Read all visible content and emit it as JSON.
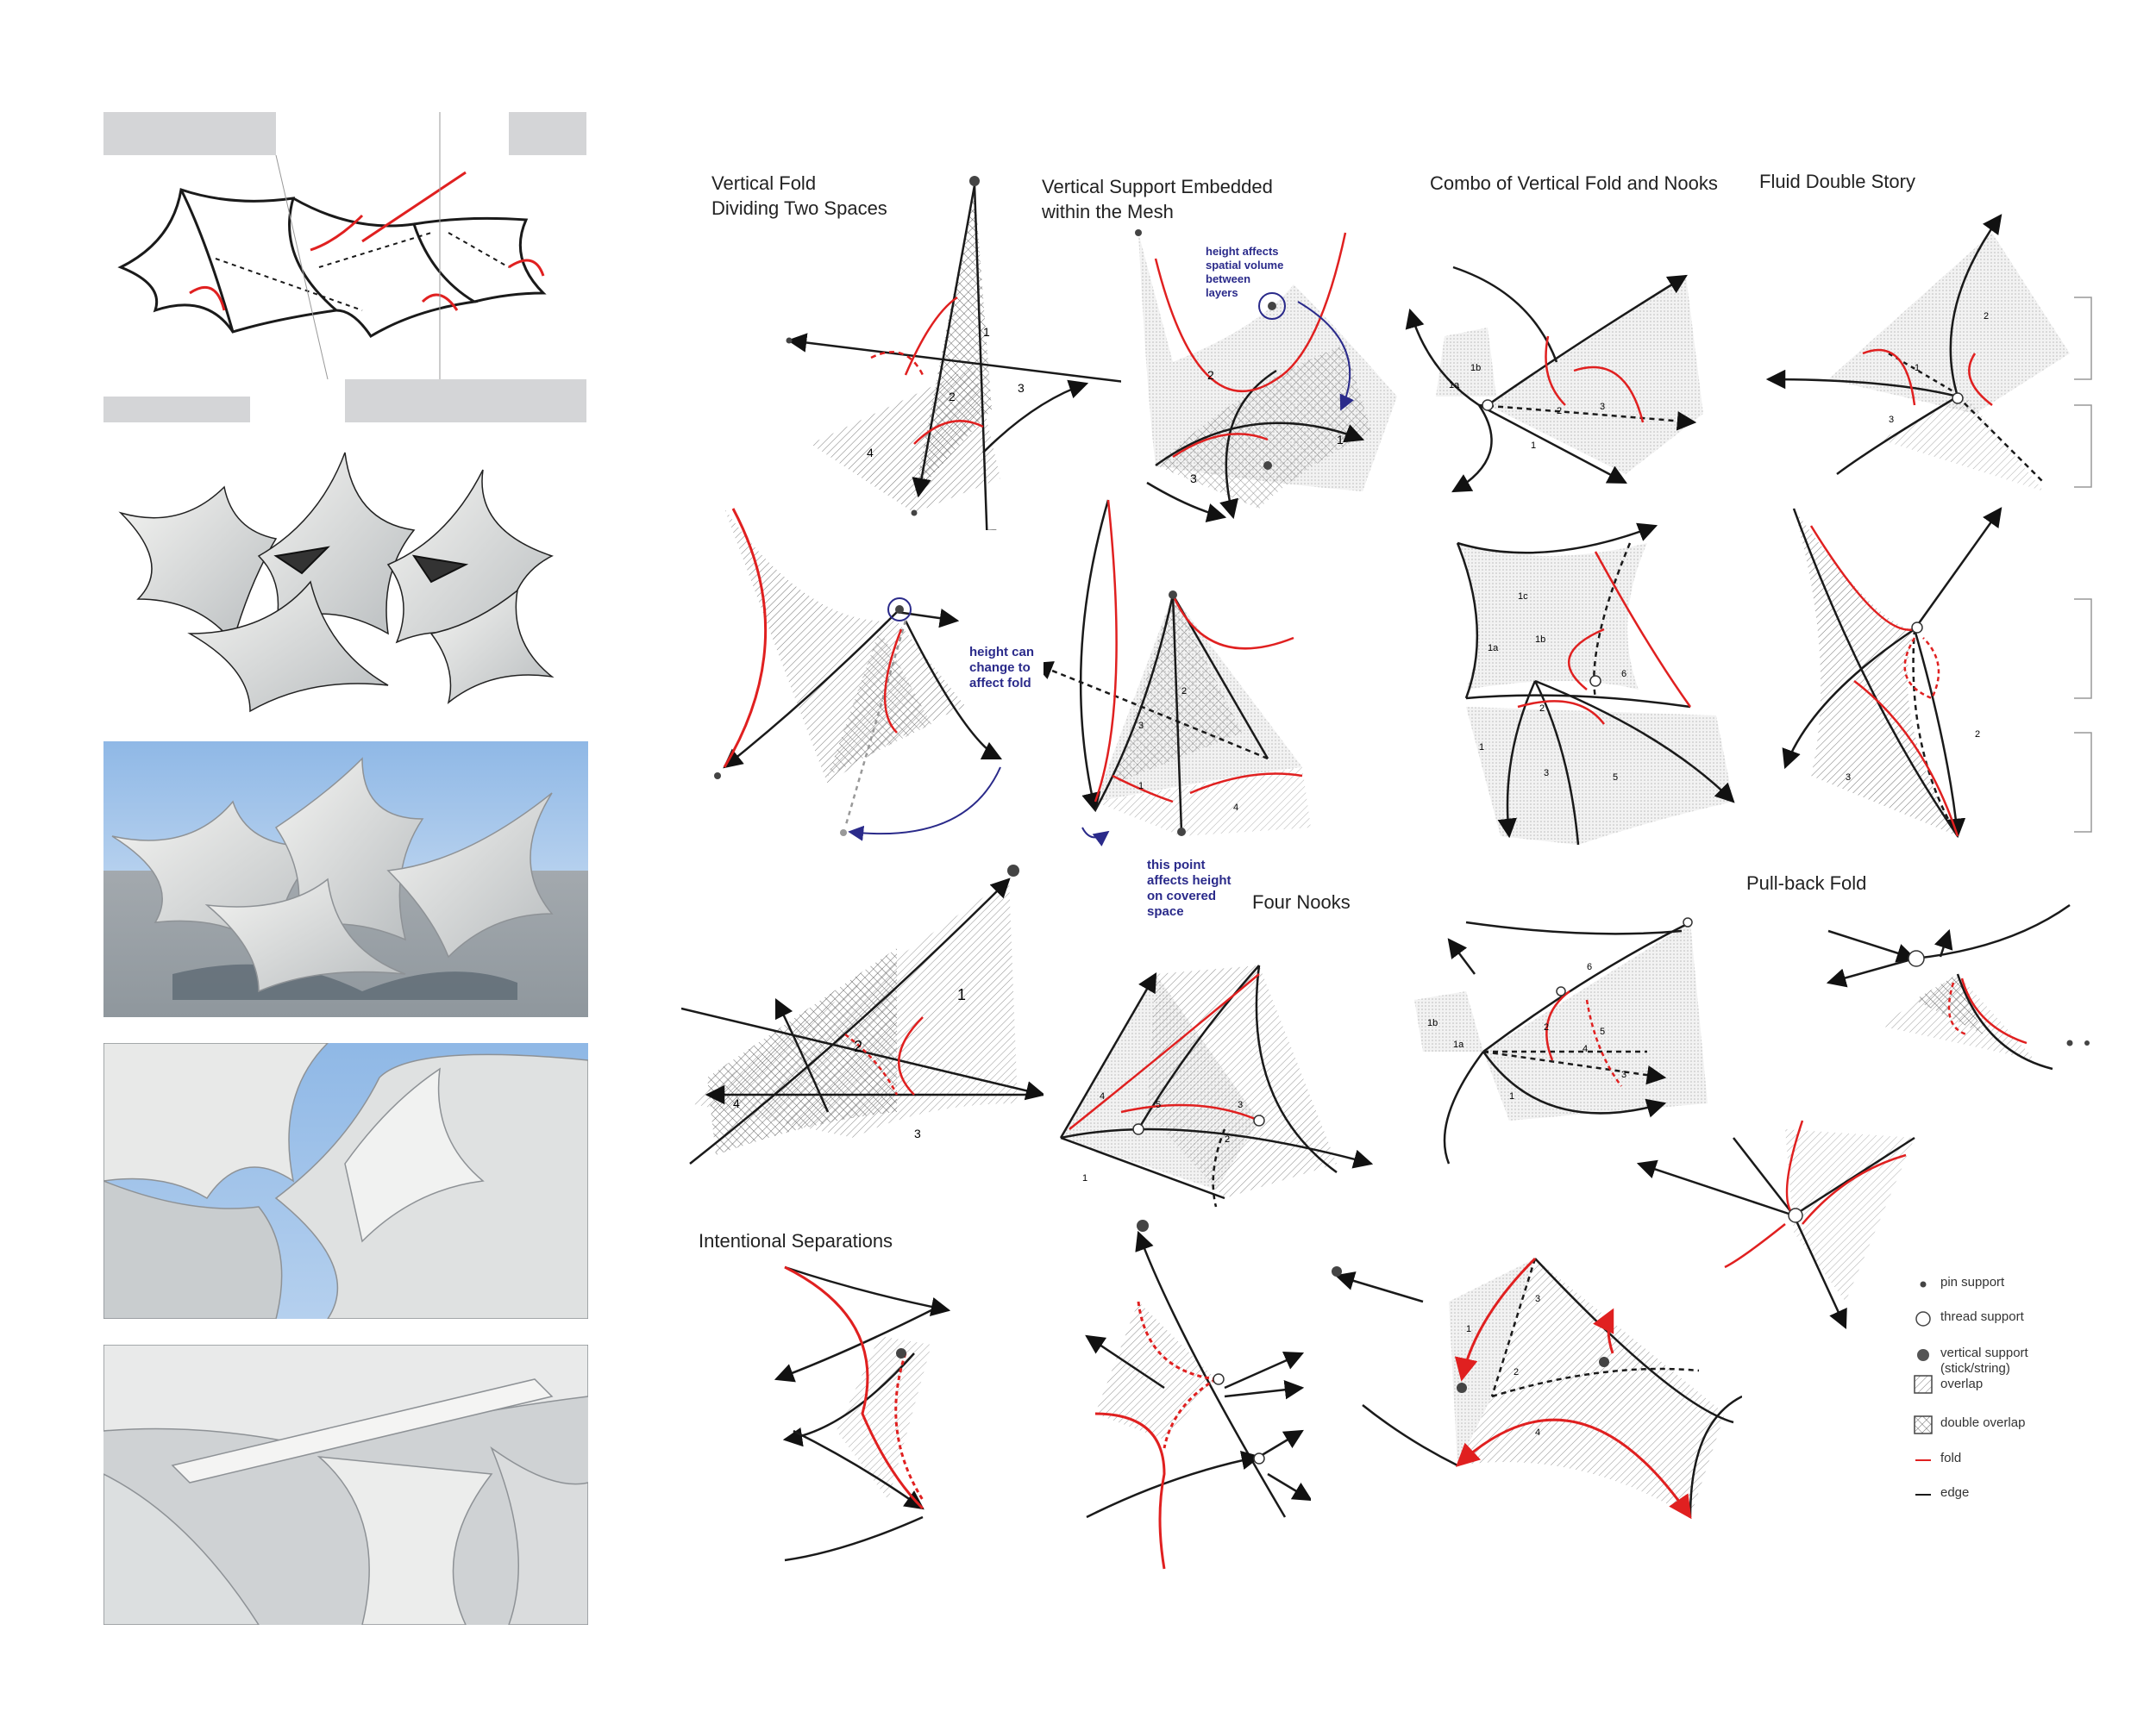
{
  "titles": {
    "vertical_fold": [
      "Vertical Fold",
      "Dividing Two Spaces"
    ],
    "vertical_support": [
      "Vertical Support Embedded",
      "within the Mesh"
    ],
    "combo": "Combo of Vertical Fold and Nooks",
    "fluid_double_story": "Fluid Double Story",
    "four_nooks": "Four Nooks",
    "pull_back_fold": "Pull-back Fold",
    "intentional_separations": "Intentional Separations"
  },
  "annotations": {
    "height_affects": [
      "height affects",
      "spatial volume",
      "between",
      "layers"
    ],
    "height_can_change": [
      "height can",
      "change to",
      "affect fold"
    ],
    "point_affects": [
      "this point",
      "affects height",
      "on covered",
      "space"
    ]
  },
  "legend": {
    "pin_support": "pin support",
    "thread_support": "thread support",
    "vertical_support": [
      "vertical support",
      "(stick/string)"
    ],
    "overlap": "overlap",
    "double_overlap": "double overlap",
    "fold": "fold",
    "edge": "edge"
  },
  "region_labels": {
    "vf": [
      "1",
      "2",
      "3",
      "4"
    ],
    "vs": [
      "1",
      "2",
      "3"
    ],
    "combo": [
      "1a",
      "1b",
      "1",
      "2",
      "3"
    ],
    "fluid": [
      "1",
      "2",
      "3"
    ],
    "combo2": [
      "1c",
      "1a",
      "1b",
      "6",
      "2",
      "1",
      "3",
      "5"
    ],
    "fluid2": [
      "2",
      "3"
    ],
    "vs2": [
      "1",
      "2",
      "3",
      "4"
    ],
    "nooks_a": [
      "1",
      "2",
      "3",
      "4"
    ],
    "nooks_b": [
      "1",
      "2",
      "3",
      "4",
      "5"
    ],
    "pullback_mesh": [
      "1b",
      "1a",
      "6",
      "2",
      "5",
      "4",
      "3",
      "1"
    ],
    "sep_c": [
      "1",
      "2",
      "3",
      "4"
    ]
  },
  "colors": {
    "fold": "#e02020",
    "edge": "#1a1a1a",
    "annotation": "#2a2a8a",
    "sky": "#9fc2e6",
    "ground": "#9aa2a8"
  }
}
